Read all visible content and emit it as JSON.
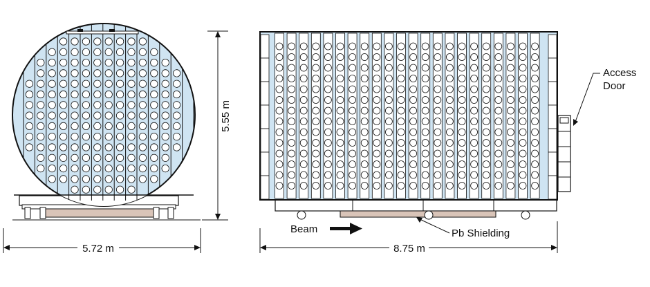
{
  "labels": {
    "height_dim": "5.55 m",
    "width_dim": "5.72 m",
    "length_dim": "8.75 m",
    "access_door": [
      "Access",
      "Door"
    ],
    "pb_shielding": "Pb Shielding",
    "beam": "Beam"
  },
  "colors": {
    "water": "#cfe4f2",
    "pmt_fill": "#ffffff",
    "outline": "#111111",
    "shield": "#d9c4b8"
  },
  "icons": {
    "beam_arrow": "arrow-right-icon"
  }
}
